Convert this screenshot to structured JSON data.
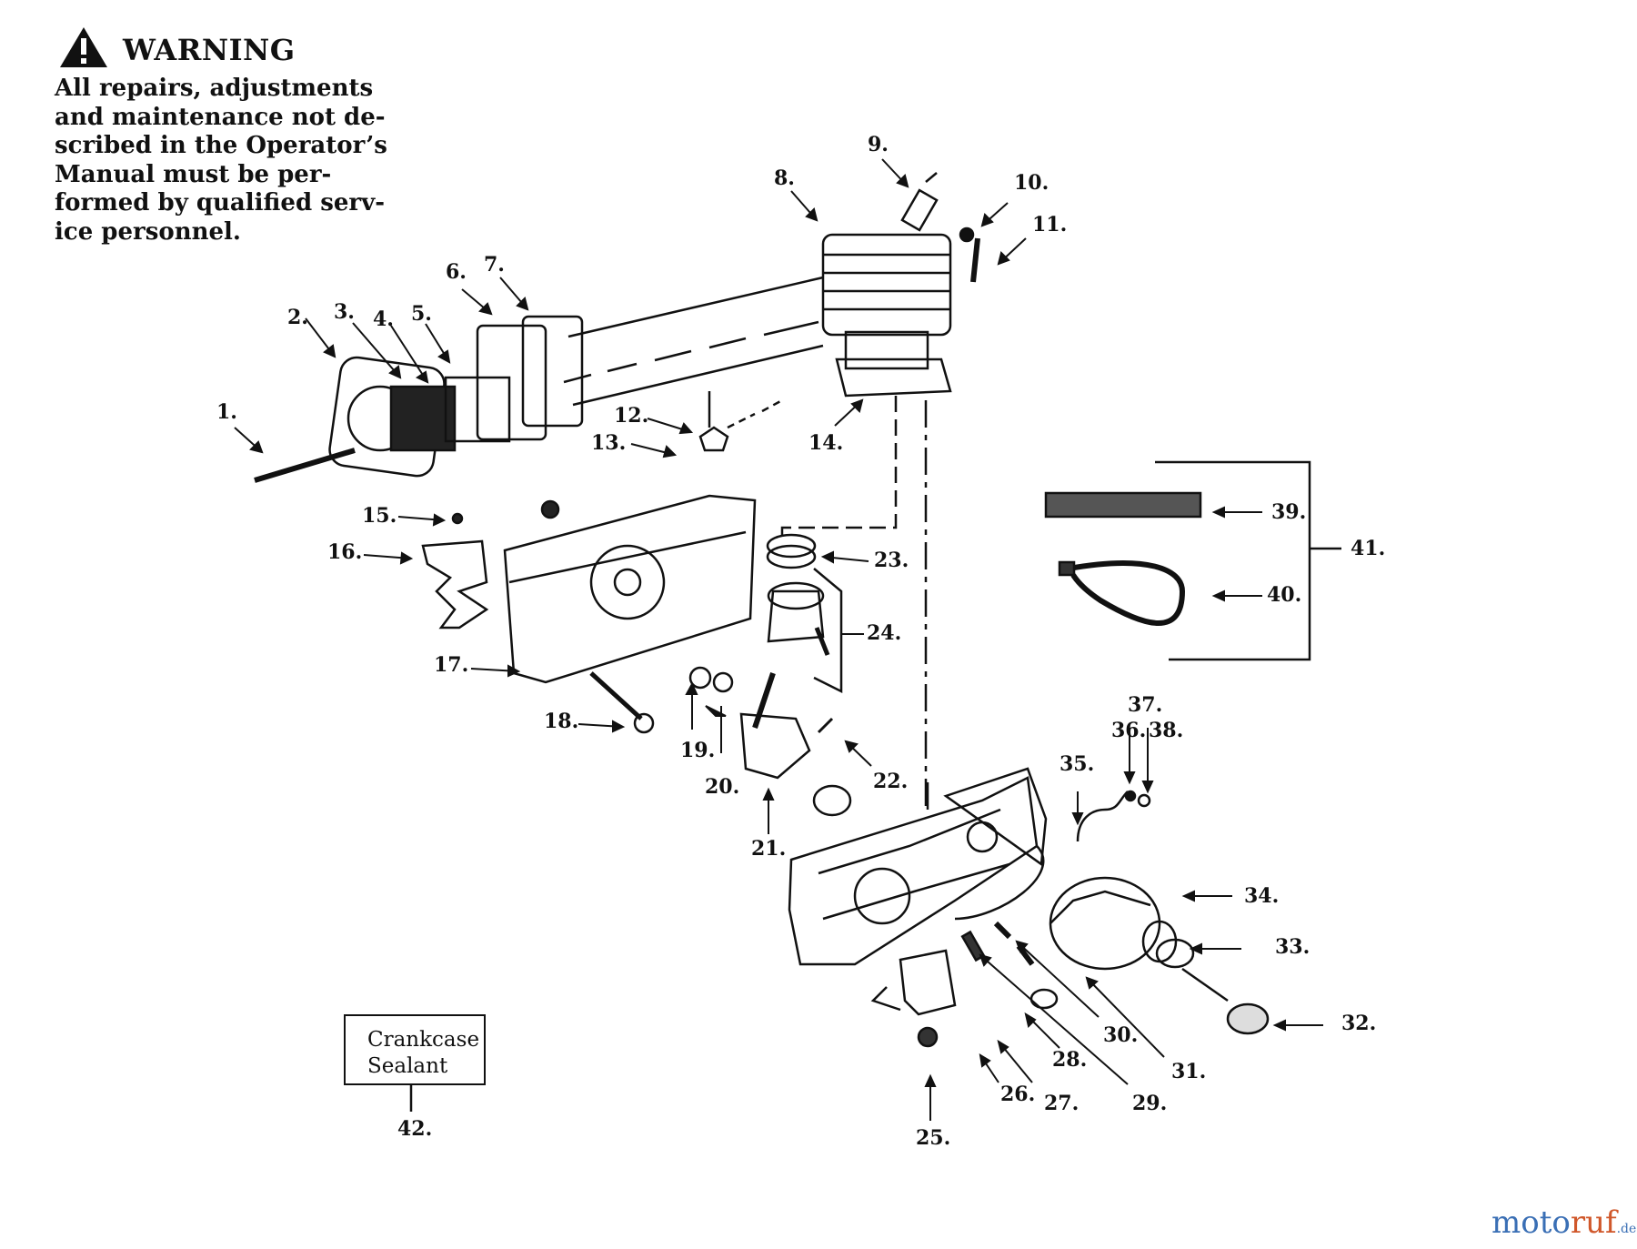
{
  "warning": {
    "icon": "warning-triangle-icon",
    "title": "WARNING",
    "lines": [
      "All repairs, adjustments",
      "and maintenance not de-",
      "scribed in the Operator’s",
      "Manual must be per-",
      "formed by qualified serv-",
      "ice personnel."
    ]
  },
  "callouts": [
    "1.",
    "2.",
    "3.",
    "4.",
    "5.",
    "6.",
    "7.",
    "8.",
    "9.",
    "10.",
    "11.",
    "12.",
    "13.",
    "14.",
    "15.",
    "16.",
    "17.",
    "18.",
    "19.",
    "20.",
    "21.",
    "22.",
    "23.",
    "24.",
    "25.",
    "26.",
    "27.",
    "28.",
    "29.",
    "30.",
    "31.",
    "32.",
    "33.",
    "34.",
    "35.",
    "36.",
    "37.",
    "38.",
    "39.",
    "40.",
    "41.",
    "42."
  ],
  "sealant_box": {
    "line1": "Crankcase",
    "line2": "Sealant"
  },
  "watermark": {
    "part1": "moto",
    "part2": "ruf",
    "part3": ".de"
  }
}
